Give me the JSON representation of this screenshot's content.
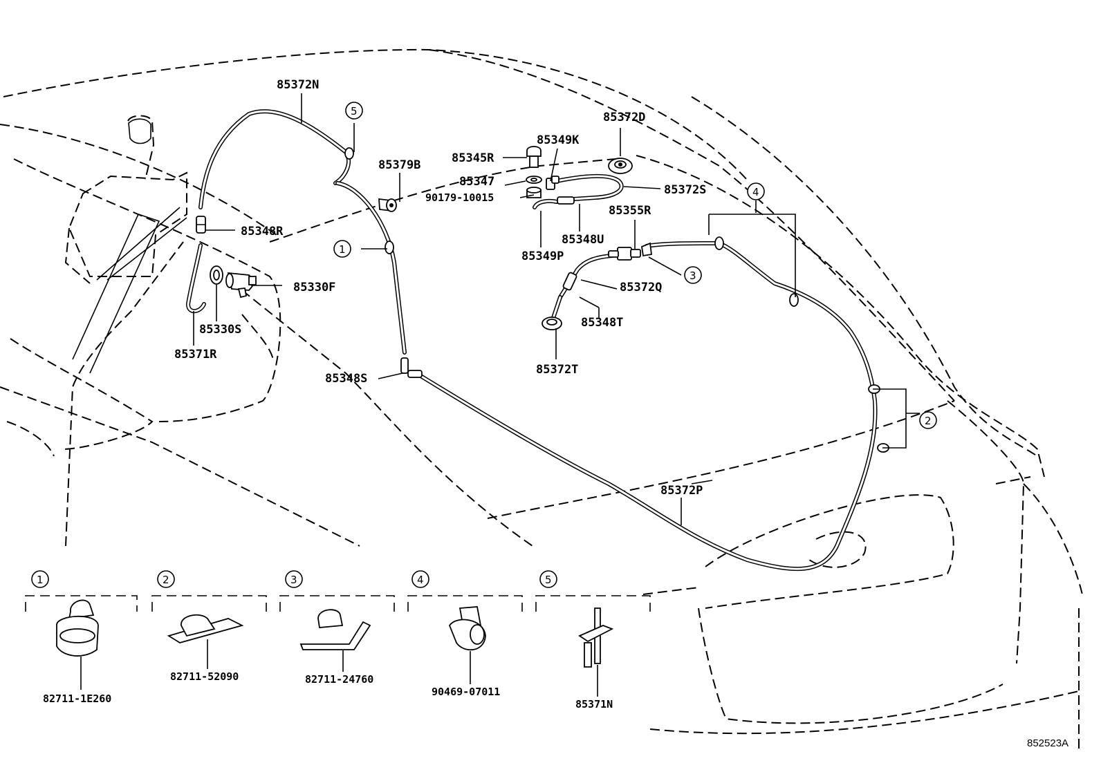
{
  "diagram": {
    "reference_code": "852523A",
    "part_labels": [
      "85372N",
      "85372D",
      "85349K",
      "85345R",
      "85379B",
      "85347",
      "90179-10015",
      "85372S",
      "85355R",
      "85348R",
      "85348U",
      "85349P",
      "85330F",
      "85372Q",
      "85330S",
      "85348T",
      "85371R",
      "85372T",
      "85348S",
      "85372P"
    ],
    "callouts": [
      "1",
      "2",
      "3",
      "4",
      "5"
    ],
    "clips": [
      {
        "number": "1",
        "part": "82711-1E260"
      },
      {
        "number": "2",
        "part": "82711-52090"
      },
      {
        "number": "3",
        "part": "82711-24760"
      },
      {
        "number": "4",
        "part": "90469-07011"
      },
      {
        "number": "5",
        "part": "85371N"
      }
    ]
  }
}
